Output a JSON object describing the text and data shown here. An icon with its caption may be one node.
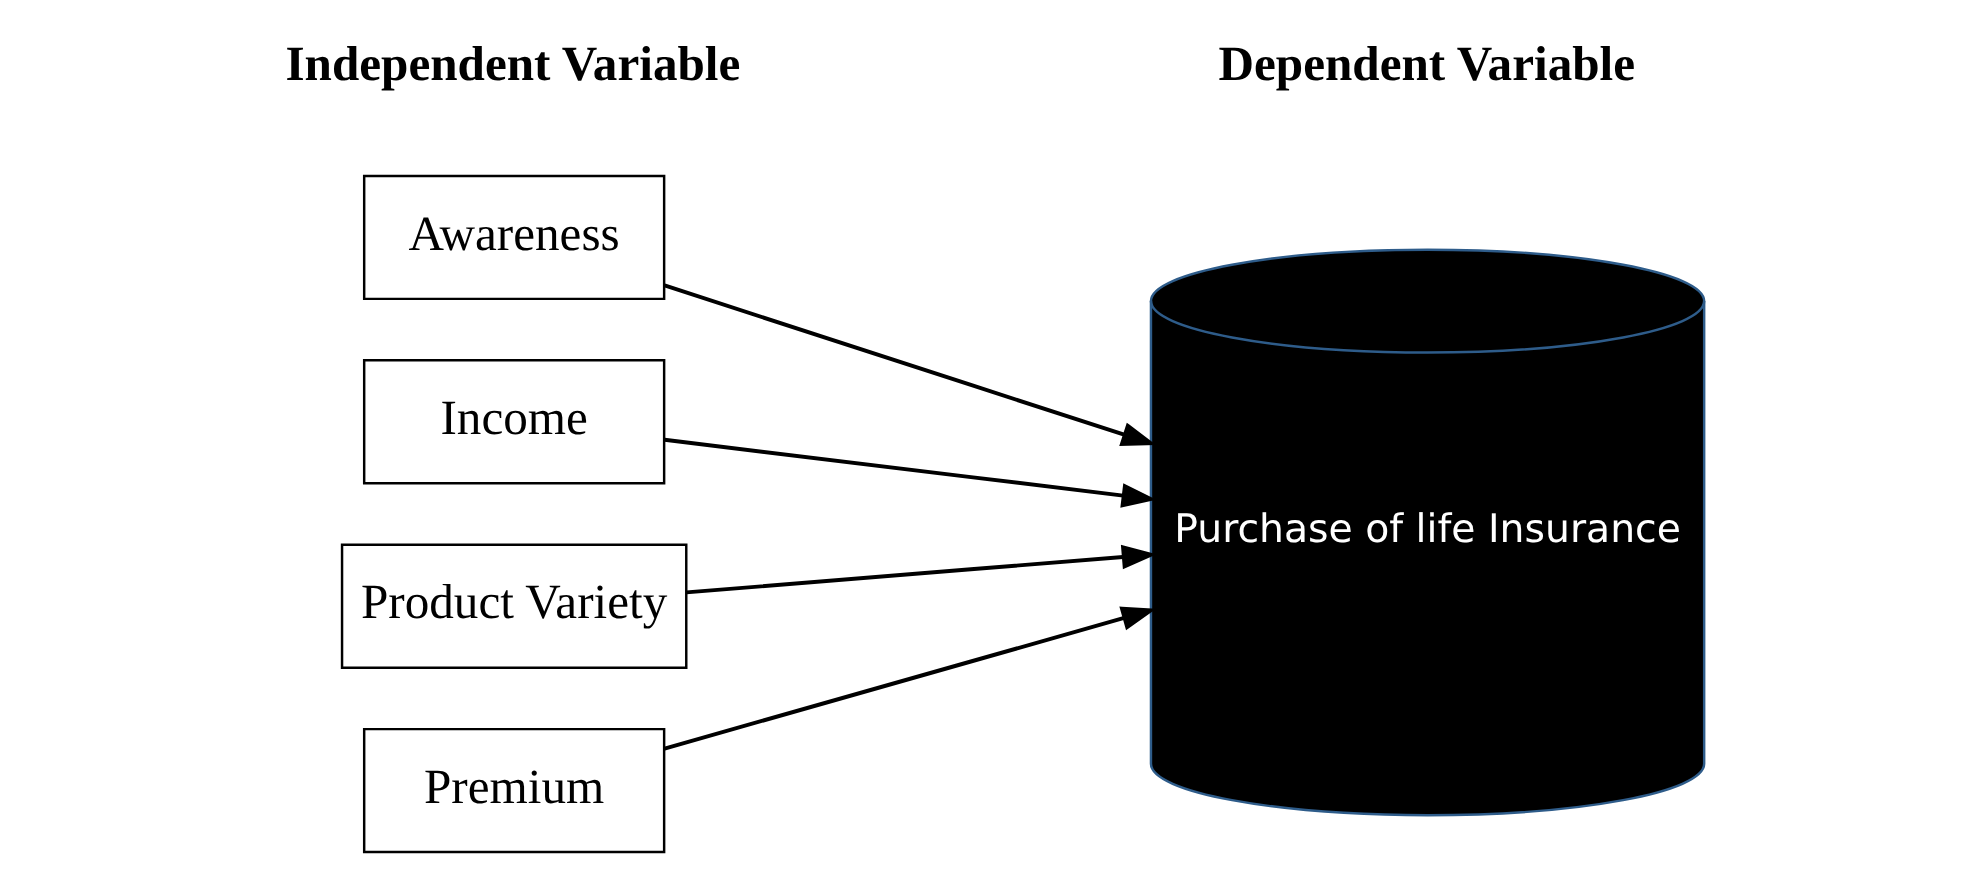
{
  "diagram": {
    "nodes": [
      {
        "text": [
          "Awareness"
        ]
      },
      {
        "text": [
          "Income"
        ]
      },
      {
        "text": [
          "Product Variety"
        ]
      },
      {
        "text": [
          "Premium"
        ]
      },
      {
        "text": [
          "Purchase of life Insurance"
        ]
      }
    ],
    "edges": [
      {
        "from": 0,
        "to": 4,
        "arrow": "to"
      },
      {
        "from": 1,
        "to": 4,
        "arrow": "to"
      },
      {
        "from": 2,
        "to": 4,
        "arrow": "to"
      },
      {
        "from": 3,
        "to": 4,
        "arrow": "to"
      }
    ],
    "labels": [
      "Independent Variable",
      "Dependent Variable"
    ]
  }
}
